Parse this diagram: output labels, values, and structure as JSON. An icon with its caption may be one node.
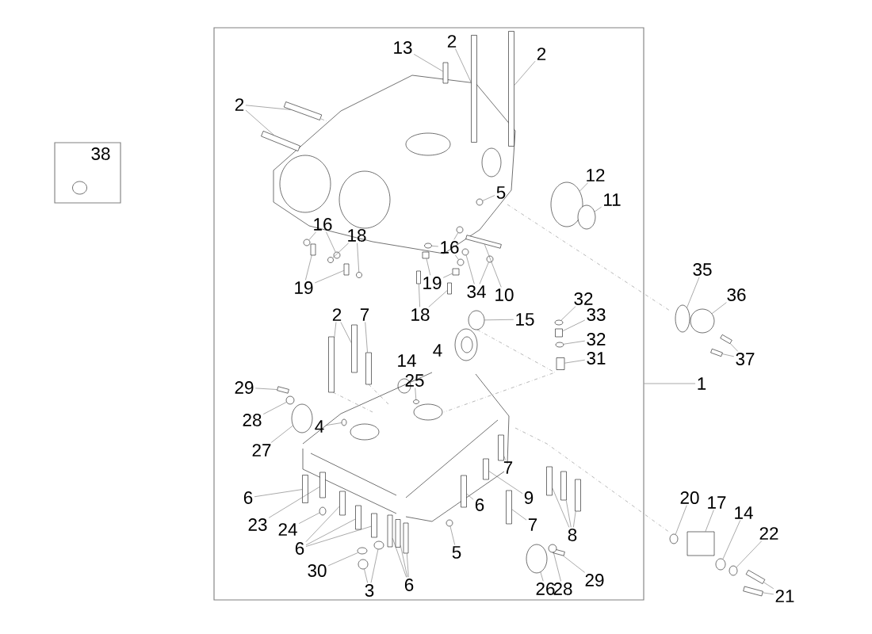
{
  "diagram": {
    "nodes": [
      {
        "text": [],
        "shape": "box"
      },
      {
        "text": [
          "38"
        ]
      },
      {
        "text": [
          "13"
        ],
        "in": 0
      },
      {
        "text": [
          "2"
        ],
        "in": 0
      },
      {
        "text": [
          "2"
        ],
        "in": 0
      },
      {
        "text": [
          "2"
        ],
        "in": 0
      },
      {
        "text": [
          "5"
        ],
        "in": 0
      },
      {
        "text": [
          "12"
        ],
        "in": 0
      },
      {
        "text": [
          "11"
        ],
        "in": 0
      },
      {
        "text": [
          "16"
        ],
        "in": 0
      },
      {
        "text": [
          "18"
        ],
        "in": 0
      },
      {
        "text": [
          "16"
        ],
        "in": 0
      },
      {
        "text": [
          "19"
        ],
        "in": 0
      },
      {
        "text": [
          "19"
        ],
        "in": 0
      },
      {
        "text": [
          "34"
        ],
        "in": 0
      },
      {
        "text": [
          "10"
        ],
        "in": 0
      },
      {
        "text": [
          "18"
        ],
        "in": 0
      },
      {
        "text": [
          "35"
        ]
      },
      {
        "text": [
          "36"
        ]
      },
      {
        "text": [
          "32"
        ],
        "in": 0
      },
      {
        "text": [
          "33"
        ],
        "in": 0
      },
      {
        "text": [
          "32"
        ],
        "in": 0
      },
      {
        "text": [
          "31"
        ],
        "in": 0
      },
      {
        "text": [
          "15"
        ],
        "in": 0
      },
      {
        "text": [
          "2"
        ],
        "in": 0
      },
      {
        "text": [
          "7"
        ],
        "in": 0
      },
      {
        "text": [
          "25"
        ],
        "in": 0
      },
      {
        "text": [
          "37"
        ]
      },
      {
        "text": [
          "1"
        ]
      },
      {
        "text": [
          "29"
        ],
        "in": 0
      },
      {
        "text": [
          "28"
        ],
        "in": 0
      },
      {
        "text": [
          "27"
        ],
        "in": 0
      },
      {
        "text": [
          "4"
        ],
        "in": 0
      },
      {
        "text": [
          "7"
        ],
        "in": 0
      },
      {
        "text": [
          "6"
        ],
        "in": 0
      },
      {
        "text": [
          "9"
        ],
        "in": 0
      },
      {
        "text": [
          "6"
        ],
        "in": 0
      },
      {
        "text": [
          "20"
        ]
      },
      {
        "text": [
          "17"
        ]
      },
      {
        "text": [
          "14"
        ]
      },
      {
        "text": [
          "23"
        ],
        "in": 0
      },
      {
        "text": [
          "24"
        ],
        "in": 0
      },
      {
        "text": [
          "7"
        ],
        "in": 0
      },
      {
        "text": [
          "8"
        ],
        "in": 0
      },
      {
        "text": [
          "22"
        ]
      },
      {
        "text": [
          "6"
        ],
        "in": 0
      },
      {
        "text": [
          "5"
        ],
        "in": 0
      },
      {
        "text": [
          "30"
        ],
        "in": 0
      },
      {
        "text": [
          "29"
        ],
        "in": 0
      },
      {
        "text": [
          "3"
        ],
        "in": 0
      },
      {
        "text": [
          "6"
        ],
        "in": 0
      },
      {
        "text": [
          "26"
        ],
        "in": 0
      },
      {
        "text": [
          "28"
        ],
        "in": 0
      },
      {
        "text": [
          "21"
        ]
      },
      {
        "text": [],
        "shape": "bar",
        "in": 0
      },
      {
        "text": [],
        "shape": "bar",
        "in": 0
      },
      {
        "text": [],
        "shape": "bar",
        "in": 0
      },
      {
        "text": [],
        "shape": "bar",
        "in": 0
      },
      {
        "text": [],
        "shape": "bar",
        "in": 0
      },
      {
        "text": [],
        "shape": "circle",
        "in": 0
      },
      {
        "text": [],
        "shape": "circle",
        "in": 0
      },
      {
        "text": [],
        "shape": "circle",
        "in": 0
      },
      {
        "text": [],
        "shape": "circle",
        "in": 0
      },
      {
        "text": [],
        "shape": "circle",
        "in": 0
      },
      {
        "text": [],
        "shape": "circle",
        "in": 0
      },
      {
        "text": [],
        "shape": "circle",
        "in": 0
      },
      {
        "text": [],
        "shape": "circle",
        "in": 0
      },
      {
        "text": [],
        "shape": "circle",
        "in": 0
      },
      {
        "text": [],
        "shape": "circle",
        "in": 0
      },
      {
        "text": [],
        "shape": "bar",
        "in": 0
      },
      {
        "text": [],
        "shape": "bar",
        "in": 0
      },
      {
        "text": [],
        "shape": "box",
        "in": 0
      },
      {
        "text": [],
        "shape": "box",
        "in": 0
      },
      {
        "text": [],
        "shape": "circle",
        "in": 0
      },
      {
        "text": [],
        "shape": "circle",
        "in": 0
      },
      {
        "text": [],
        "shape": "bar",
        "in": 0
      },
      {
        "text": [],
        "shape": "bar",
        "in": 0
      },
      {
        "text": [],
        "shape": "bar",
        "in": 0
      },
      {
        "text": [],
        "shape": "circle"
      },
      {
        "text": [],
        "shape": "circle"
      },
      {
        "text": [],
        "shape": "circle",
        "in": 0
      },
      {
        "text": [],
        "shape": "box",
        "in": 0
      },
      {
        "text": [],
        "shape": "circle",
        "in": 0
      },
      {
        "text": [],
        "shape": "box",
        "in": 0
      },
      {
        "text": [],
        "shape": "circle",
        "in": 0
      },
      {
        "text": [],
        "shape": "bar",
        "in": 0
      },
      {
        "text": [],
        "shape": "bar",
        "in": 0
      },
      {
        "text": [],
        "shape": "bar",
        "in": 0
      },
      {
        "text": [],
        "shape": "circle",
        "in": 0
      },
      {
        "text": [],
        "shape": "bar"
      },
      {
        "text": [],
        "shape": "bar"
      },
      {
        "text": [],
        "shape": "bar",
        "in": 0
      },
      {
        "text": [],
        "shape": "circle",
        "in": 0
      },
      {
        "text": [],
        "shape": "circle",
        "in": 0
      },
      {
        "text": [],
        "shape": "circle",
        "in": 0
      },
      {
        "text": [],
        "shape": "bar",
        "in": 0
      },
      {
        "text": [],
        "shape": "bar",
        "in": 0
      },
      {
        "text": [],
        "shape": "bar",
        "in": 0
      },
      {
        "text": [],
        "shape": "bar",
        "in": 0
      },
      {
        "text": [],
        "shape": "circle"
      },
      {
        "text": [],
        "shape": "box"
      },
      {
        "text": [],
        "shape": "circle"
      },
      {
        "text": [],
        "shape": "bar",
        "in": 0
      },
      {
        "text": [],
        "shape": "circle",
        "in": 0
      },
      {
        "text": [],
        "shape": "bar",
        "in": 0
      },
      {
        "text": [],
        "shape": "bar",
        "in": 0
      },
      {
        "text": [],
        "shape": "bar",
        "in": 0
      },
      {
        "text": [],
        "shape": "bar",
        "in": 0
      },
      {
        "text": [],
        "shape": "circle"
      },
      {
        "text": [],
        "shape": "bar",
        "in": 0
      },
      {
        "text": [],
        "shape": "bar",
        "in": 0
      },
      {
        "text": [],
        "shape": "bar",
        "in": 0
      },
      {
        "text": [],
        "shape": "circle",
        "in": 0
      },
      {
        "text": [],
        "shape": "circle",
        "in": 0
      },
      {
        "text": [],
        "shape": "bar",
        "in": 0
      },
      {
        "text": [],
        "shape": "circle",
        "in": 0
      },
      {
        "text": [],
        "shape": "circle",
        "in": 0
      },
      {
        "text": [],
        "shape": "bar",
        "in": 0
      },
      {
        "text": [],
        "shape": "bar",
        "in": 0
      },
      {
        "text": [],
        "shape": "bar",
        "in": 0
      },
      {
        "text": [],
        "shape": "circle",
        "in": 0
      },
      {
        "text": [],
        "shape": "circle",
        "in": 0
      },
      {
        "text": [],
        "shape": "bar"
      },
      {
        "text": [],
        "shape": "bar"
      }
    ],
    "edges": [
      {
        "from": 2,
        "to": 54,
        "arrow": "none"
      },
      {
        "from": 3,
        "to": 55,
        "arrow": "none"
      },
      {
        "from": 4,
        "to": 56,
        "arrow": "none"
      },
      {
        "from": 5,
        "to": 57,
        "arrow": "none"
      },
      {
        "from": 5,
        "to": 58,
        "arrow": "none"
      },
      {
        "from": 6,
        "to": 59,
        "arrow": "none"
      },
      {
        "from": 7,
        "to": 60,
        "arrow": "none"
      },
      {
        "from": 8,
        "to": 61,
        "arrow": "none"
      },
      {
        "from": 9,
        "to": 62,
        "arrow": "none"
      },
      {
        "from": 9,
        "to": 63,
        "arrow": "none"
      },
      {
        "from": 10,
        "to": 64,
        "arrow": "none"
      },
      {
        "from": 10,
        "to": 65,
        "arrow": "none"
      },
      {
        "from": 11,
        "to": 66,
        "arrow": "none"
      },
      {
        "from": 11,
        "to": 67,
        "arrow": "none"
      },
      {
        "from": 11,
        "to": 68,
        "arrow": "none"
      },
      {
        "from": 12,
        "to": 69,
        "arrow": "none"
      },
      {
        "from": 12,
        "to": 70,
        "arrow": "none"
      },
      {
        "from": 13,
        "to": 71,
        "arrow": "none"
      },
      {
        "from": 13,
        "to": 72,
        "arrow": "none"
      },
      {
        "from": 14,
        "to": 73,
        "arrow": "none"
      },
      {
        "from": 14,
        "to": 74,
        "arrow": "none"
      },
      {
        "from": 15,
        "to": 75,
        "arrow": "none"
      },
      {
        "from": 16,
        "to": 76,
        "arrow": "none"
      },
      {
        "from": 16,
        "to": 77,
        "arrow": "none"
      },
      {
        "from": 17,
        "to": 78,
        "arrow": "none"
      },
      {
        "from": 18,
        "to": 79,
        "arrow": "none"
      },
      {
        "from": 19,
        "to": 80,
        "arrow": "none"
      },
      {
        "from": 20,
        "to": 81,
        "arrow": "none"
      },
      {
        "from": 21,
        "to": 82,
        "arrow": "none"
      },
      {
        "from": 22,
        "to": 83,
        "arrow": "none"
      },
      {
        "from": 23,
        "to": 84,
        "arrow": "none"
      },
      {
        "from": 24,
        "to": 85,
        "arrow": "none"
      },
      {
        "from": 24,
        "to": 86,
        "arrow": "none"
      },
      {
        "from": 25,
        "to": 87,
        "arrow": "none"
      },
      {
        "from": 26,
        "to": 88,
        "arrow": "none"
      },
      {
        "from": 27,
        "to": 89,
        "arrow": "none"
      },
      {
        "from": 27,
        "to": 90,
        "arrow": "none"
      },
      {
        "from": 28,
        "to": 0,
        "arrow": "none"
      },
      {
        "from": 29,
        "to": 91,
        "arrow": "none"
      },
      {
        "from": 30,
        "to": 92,
        "arrow": "none"
      },
      {
        "from": 31,
        "to": 93,
        "arrow": "none"
      },
      {
        "from": 32,
        "to": 94,
        "arrow": "none"
      },
      {
        "from": 33,
        "to": 95,
        "arrow": "none"
      },
      {
        "from": 34,
        "to": 96,
        "arrow": "none"
      },
      {
        "from": 35,
        "to": 97,
        "arrow": "none"
      },
      {
        "from": 36,
        "to": 98,
        "arrow": "none"
      },
      {
        "from": 37,
        "to": 99,
        "arrow": "none"
      },
      {
        "from": 38,
        "to": 100,
        "arrow": "none"
      },
      {
        "from": 39,
        "to": 101,
        "arrow": "none"
      },
      {
        "from": 40,
        "to": 102,
        "arrow": "none"
      },
      {
        "from": 41,
        "to": 103,
        "arrow": "none"
      },
      {
        "from": 42,
        "to": 104,
        "arrow": "none"
      },
      {
        "from": 43,
        "to": 105,
        "arrow": "none"
      },
      {
        "from": 43,
        "to": 106,
        "arrow": "none"
      },
      {
        "from": 43,
        "to": 107,
        "arrow": "none"
      },
      {
        "from": 44,
        "to": 108,
        "arrow": "none"
      },
      {
        "from": 45,
        "to": 109,
        "arrow": "none"
      },
      {
        "from": 45,
        "to": 110,
        "arrow": "none"
      },
      {
        "from": 45,
        "to": 111,
        "arrow": "none"
      },
      {
        "from": 46,
        "to": 112,
        "arrow": "none"
      },
      {
        "from": 47,
        "to": 113,
        "arrow": "none"
      },
      {
        "from": 48,
        "to": 114,
        "arrow": "none"
      },
      {
        "from": 49,
        "to": 115,
        "arrow": "none"
      },
      {
        "from": 49,
        "to": 116,
        "arrow": "none"
      },
      {
        "from": 50,
        "to": 117,
        "arrow": "none"
      },
      {
        "from": 50,
        "to": 118,
        "arrow": "none"
      },
      {
        "from": 50,
        "to": 119,
        "arrow": "none"
      },
      {
        "from": 51,
        "to": 120,
        "arrow": "none"
      },
      {
        "from": 52,
        "to": 121,
        "arrow": "none"
      },
      {
        "from": 53,
        "to": 122,
        "arrow": "none"
      },
      {
        "from": 53,
        "to": 123,
        "arrow": "none"
      }
    ],
    "labels": [
      "4",
      "14"
    ]
  }
}
